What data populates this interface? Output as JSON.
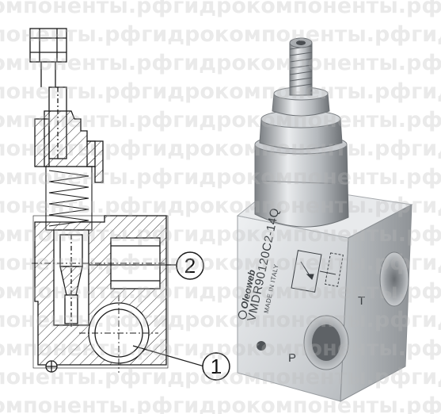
{
  "watermark": {
    "text": "компоненты.рфгидрокомпоненты.рфгидро"
  },
  "callouts": [
    {
      "number": "1",
      "meaning": ""
    },
    {
      "number": "2",
      "meaning": ""
    }
  ],
  "valve": {
    "brand": "Oleoweb",
    "model": "VMDR90120C2-14Q",
    "origin": "MADE IN ITALY",
    "port_p": "P",
    "port_t": "T"
  },
  "colors": {
    "line": "#1a1a1a",
    "hatch": "#333333",
    "body_light": "#e4e6e8",
    "body_mid": "#c7cacd",
    "body_dark": "#8e9296",
    "watermark": "#b9b9b9"
  }
}
